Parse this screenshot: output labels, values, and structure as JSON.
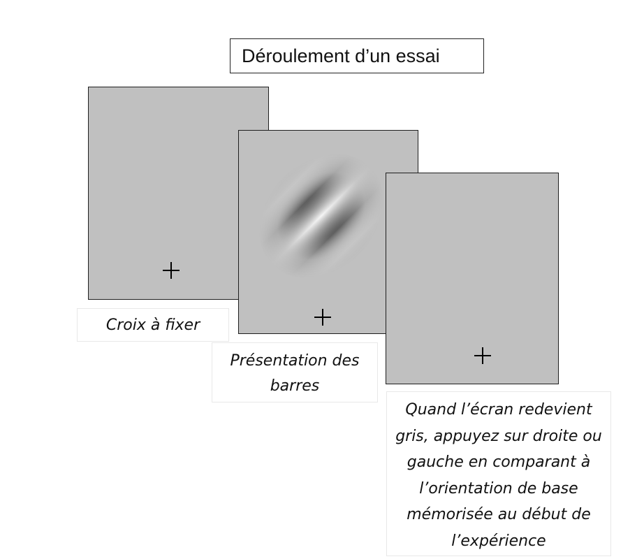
{
  "title": "Déroulement d’un essai",
  "screens": [
    {
      "name": "fixation",
      "caption": "Croix à fixer",
      "background": "#c0c0c0",
      "cross_glyph": "+"
    },
    {
      "name": "stimulus",
      "caption": "Présentation des barres",
      "background": "#c0c0c0",
      "cross_glyph": "+",
      "stimulus": "gabor-patch"
    },
    {
      "name": "response",
      "caption": "Quand l’écran redevient gris, appuyez sur droite ou gauche en comparant à l’orientation de base mémorisée au début de l’expérience",
      "background": "#c0c0c0",
      "cross_glyph": "+"
    }
  ]
}
